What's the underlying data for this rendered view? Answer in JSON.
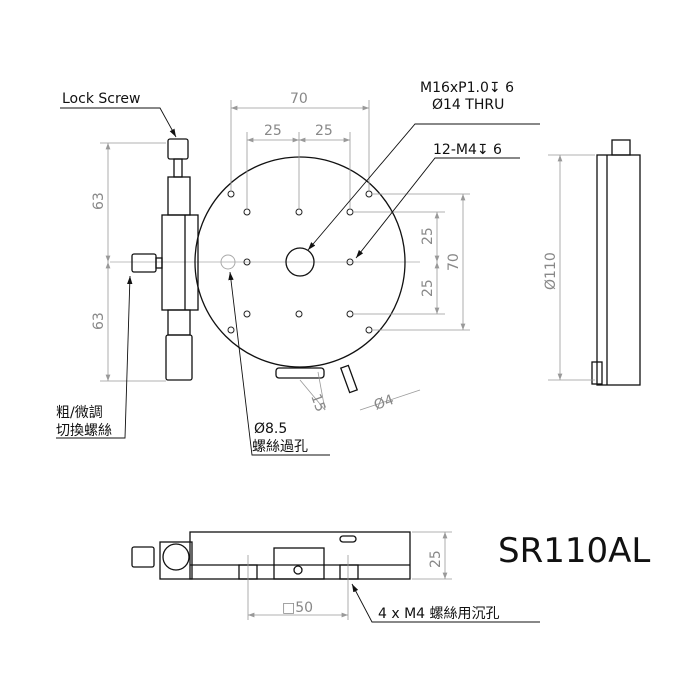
{
  "title": "SR110AL",
  "callouts": {
    "lock_screw": "Lock Screw",
    "center_thread_1": "M16xP1.0↧ 6",
    "center_thread_2": "Ø14 THRU",
    "tapped_holes": "12-M4↧ 6",
    "coarse_fine_1": "粗/微調",
    "coarse_fine_2": "切換螺絲",
    "clear_hole_1": "Ø8.5",
    "clear_hole_2": "螺絲過孔",
    "counterbore": "4 x M4 螺絲用沉孔"
  },
  "dimensions": {
    "top_70": "70",
    "top_25a": "25",
    "top_25b": "25",
    "right_25a": "25",
    "right_25b": "25",
    "right_70": "70",
    "left_63a": "63",
    "left_63b": "63",
    "pin_15": "15",
    "pin_d4": "Ø4",
    "side_d110": "Ø110",
    "bottom_25": "25",
    "bottom_sq50": "□50"
  }
}
